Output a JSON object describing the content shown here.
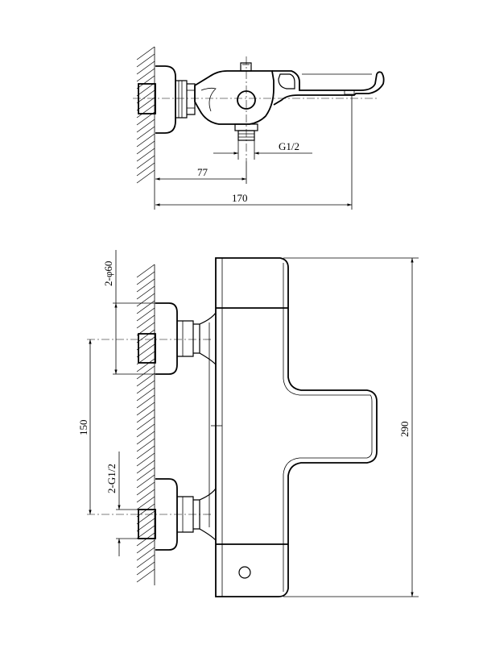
{
  "side_view": {
    "dim_spout": "77",
    "dim_overall": "170",
    "dim_thread": "G1/2"
  },
  "front_view": {
    "dim_height": "290",
    "dim_spacing": "150",
    "dim_flange": "2-φ60",
    "dim_inlet_thread": "2-G1/2"
  }
}
